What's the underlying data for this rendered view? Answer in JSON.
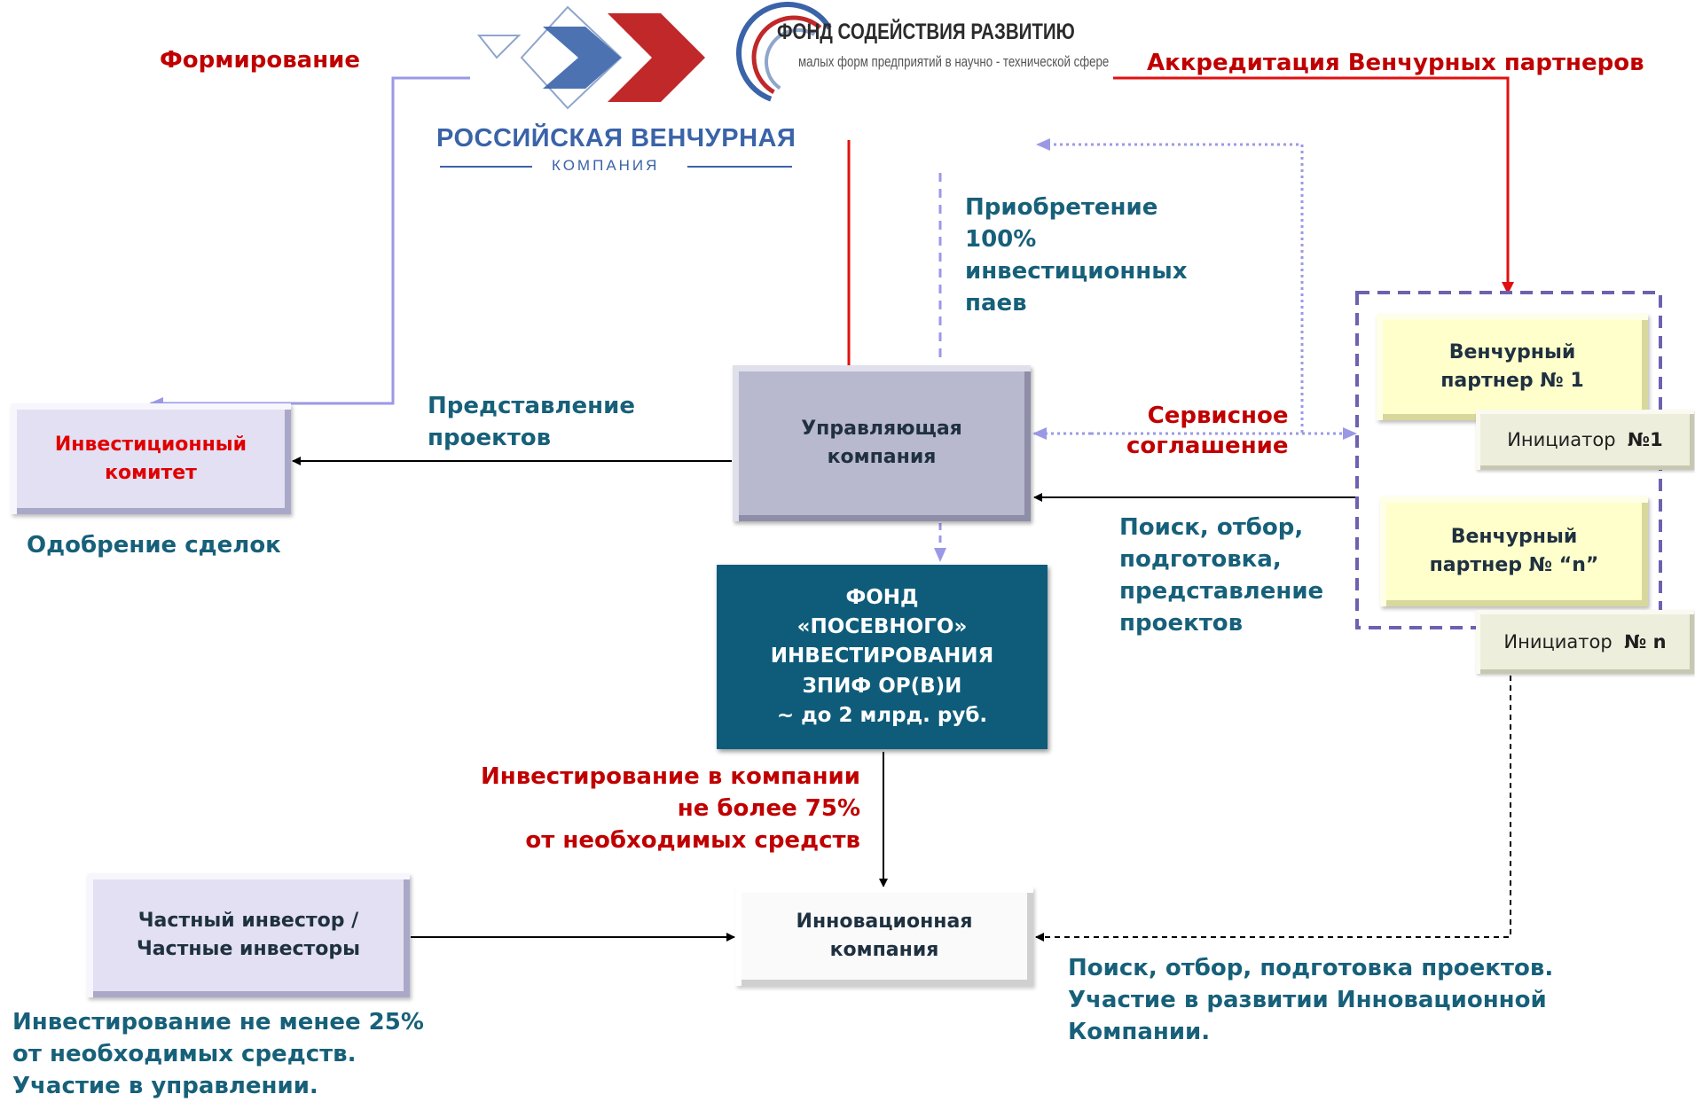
{
  "logos": {
    "rvk": {
      "line1": "РОССИЙСКАЯ ВЕНЧУРНАЯ",
      "line2": "КОМПАНИЯ"
    },
    "fsr": {
      "line1": "ФОНД СОДЕЙСТВИЯ РАЗВИТИЮ",
      "line2": "малых форм предприятий в научно - технической сфере"
    }
  },
  "labels": {
    "formation": "Формирование",
    "accreditation": "Аккредитация Венчурных партнеров",
    "acquisition": "Приобретение\n100%\nинвестиционных\nпаев",
    "presentation": "Представление\nпроектов",
    "service_agreement": "Сервисное\nсоглашение",
    "approval": "Одобрение сделок",
    "search_selection": "Поиск, отбор,\nподготовка,\nпредставление\nпроектов",
    "investment_company": "Инвестирование в компании\nне более 75%\nот необходимых средств",
    "private_investment": "Инвестирование не менее 25%\nот необходимых средств.\nУчастие в управлении.",
    "search_participation": "Поиск, отбор, подготовка проектов.\nУчастие в развитии Инновационной\nКомпании."
  },
  "boxes": {
    "investment_committee": "Инвестиционный\nкомитет",
    "management_company": "Управляющая\nкомпания",
    "seed_fund": "ФОНД\n«ПОСЕВНОГО»\nИНВЕСТИРОВАНИЯ\nЗПИФ ОР(В)И\n~ до 2 млрд. руб.",
    "venture_partner_1": "Венчурный\nпартнер   № 1",
    "venture_partner_n": "Венчурный\nпартнер   № “n”",
    "initiator_1": {
      "prefix": "Инициатор",
      "num": "№1"
    },
    "initiator_n": {
      "prefix": "Инициатор",
      "num": "№ n"
    },
    "private_investor": "Частный инвестор /\nЧастные инвесторы",
    "innovation_company": "Инновационная\nкомпания"
  },
  "colors": {
    "red": "#c00000",
    "teal": "#17607a",
    "fund_bg": "#0e5c7a",
    "partner_frame": "#6b62b0",
    "lilac_line": "#9b99e6"
  }
}
